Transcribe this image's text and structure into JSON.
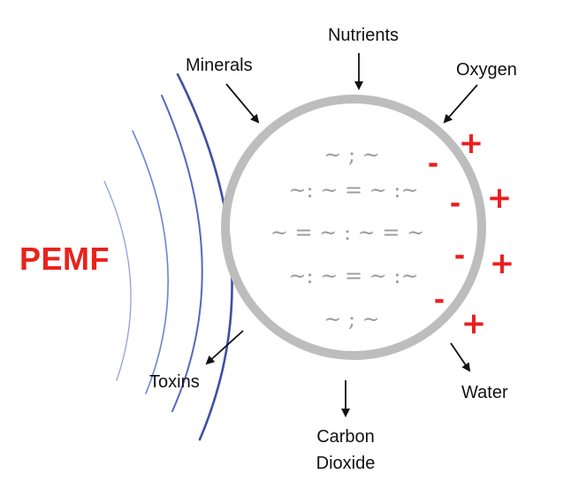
{
  "diagram": {
    "pemf_label": "PEMF",
    "labels": {
      "nutrients": "Nutrients",
      "minerals": "Minerals",
      "oxygen": "Oxygen",
      "toxins": "Toxins",
      "water": "Water",
      "carbon_line1": "Carbon",
      "carbon_line2": "Dioxide"
    },
    "cell_text": {
      "row1": "~ ; ~",
      "row2": "~: ~ = ~ :~",
      "row3": "~ = ~ : ~ = ~",
      "row4": "~: ~ = ~ :~",
      "row5": "~ ; ~"
    },
    "charges": {
      "plus": "+",
      "minus": "-"
    },
    "colors": {
      "pemf_red": "#e8231c",
      "charge_red": "#ea1e1e",
      "cell_border": "#bdbdbd",
      "wave_blue": "#3f4fa3",
      "wave_light_blue": "#7c8fd6"
    }
  }
}
